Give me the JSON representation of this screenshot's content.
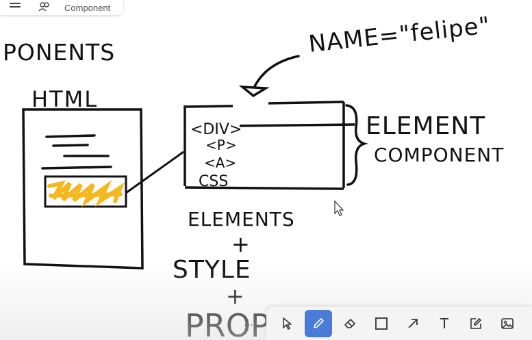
{
  "topbar": {
    "title": "Component"
  },
  "whiteboard": {
    "texts": {
      "ponents": "PONENTS",
      "html": "HTML",
      "name_attr": "NAME=\"felipe\"",
      "div_tag": "<DIV>",
      "p_tag": "<P>",
      "a_tag": "<A>",
      "css": "CSS",
      "element": "ELEMENT",
      "component": "COMPONENT",
      "elements": "ELEMENTS",
      "plus1": "+",
      "style": "STYLE",
      "plus2": "+",
      "props": "PROP"
    },
    "highlight_color": "#f5b820",
    "ink_color": "#111111"
  },
  "toolbar": {
    "more_label": "...",
    "tools": [
      {
        "name": "select",
        "icon": "cursor-icon"
      },
      {
        "name": "pen",
        "icon": "pen-icon",
        "active": true
      },
      {
        "name": "eraser",
        "icon": "eraser-icon"
      },
      {
        "name": "rectangle",
        "icon": "square-icon"
      },
      {
        "name": "arrow",
        "icon": "arrow-icon"
      },
      {
        "name": "text",
        "icon": "text-icon",
        "glyph": "T"
      },
      {
        "name": "note",
        "icon": "note-edit-icon"
      },
      {
        "name": "image",
        "icon": "image-icon"
      }
    ],
    "active_color": "#4a7bd9"
  }
}
